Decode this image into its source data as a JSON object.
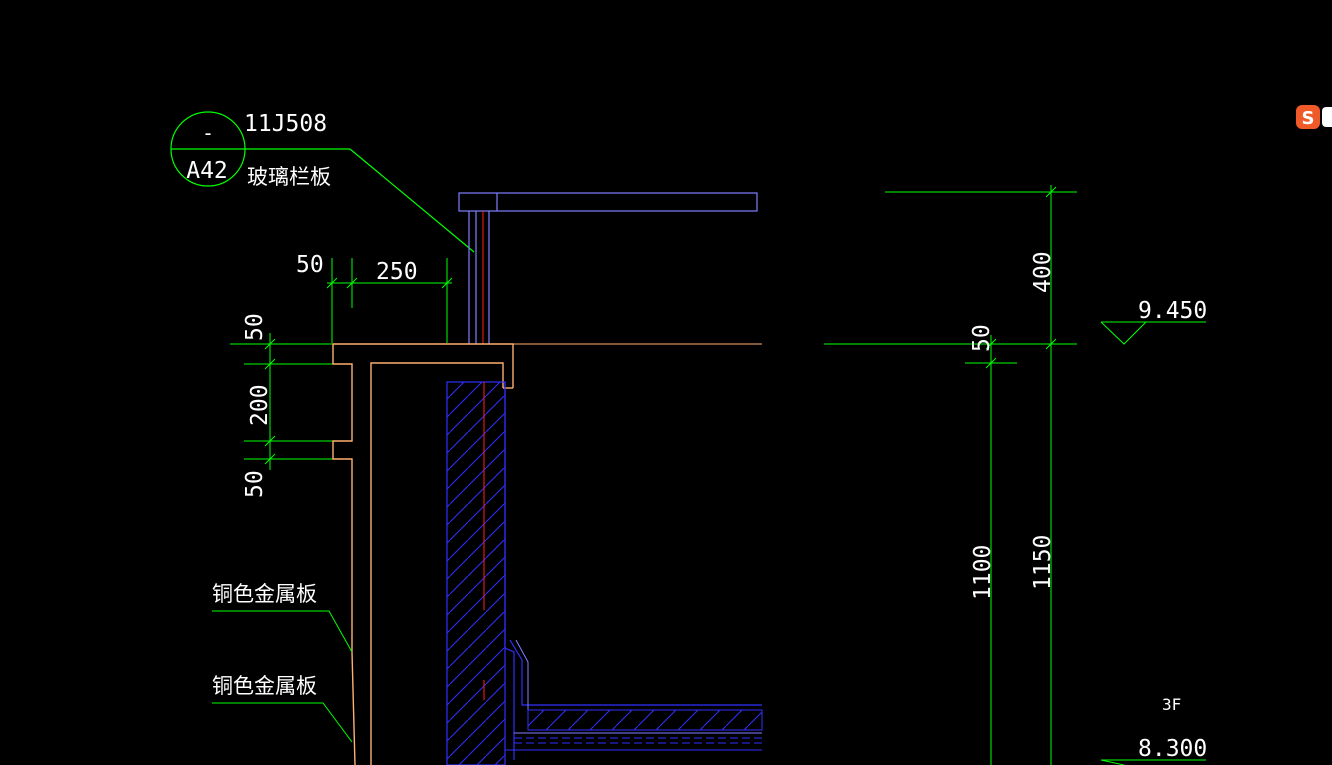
{
  "detail_callout": {
    "top_symbol": "-",
    "sheet_code": "A42",
    "atlas_ref": "11J508",
    "label": "玻璃栏板"
  },
  "dimensions": {
    "d50_left": "50",
    "d250": "250",
    "d50_top_vertical": "50",
    "d200": "200",
    "d50_bottom_vertical": "50",
    "d400": "400",
    "d50_right": "50",
    "d1100": "1100",
    "d1150": "1150"
  },
  "elevations": {
    "top": "9.450",
    "floor_label": "3F",
    "floor": "8.300"
  },
  "material_labels": [
    "铜色金属板",
    "铜色金属板"
  ],
  "colors": {
    "background": "#000000",
    "dimension_green": "#00ff00",
    "outline_orange": "#ffb070",
    "structure_blue": "#3030ff",
    "rail_purple": "#7f7fff",
    "axis_red": "#ff2020",
    "text_white": "#ffffff"
  },
  "icons": {
    "ime_badge": "sogou-ime-icon"
  }
}
